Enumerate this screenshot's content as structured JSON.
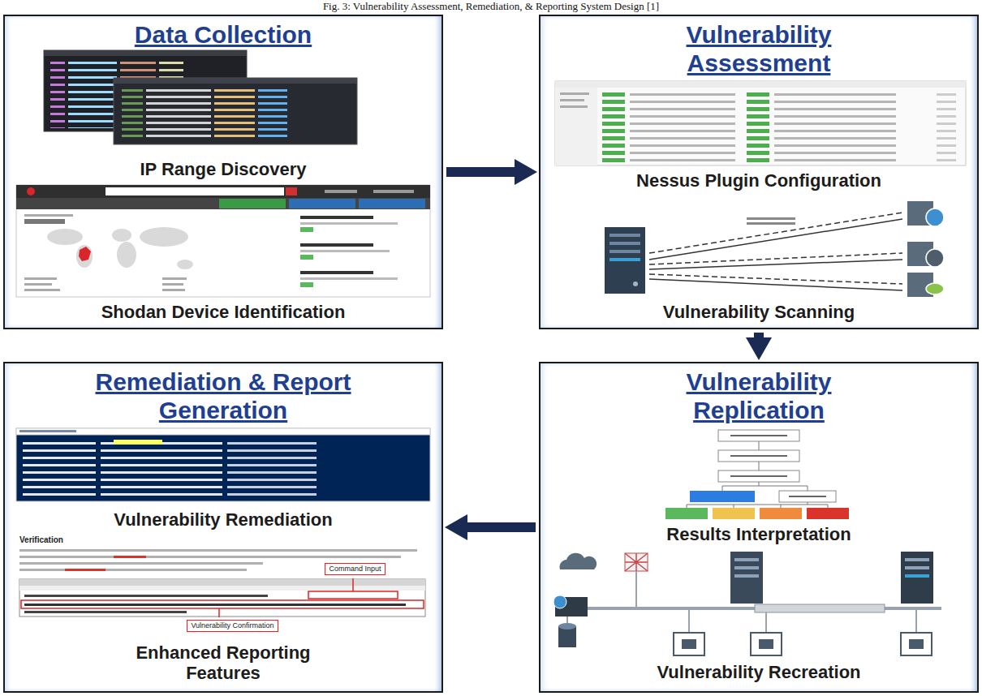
{
  "diagram": {
    "caption": "Fig. 3: Vulnerability Assessment, Remediation, & Reporting System Design [1]",
    "nodes": [
      {
        "text": [
          "Data Collection",
          "IP Range Discovery",
          "Shodan Device Identification"
        ]
      },
      {
        "text": [
          "Vulnerability Assessment",
          "Nessus Plugin Configuration",
          "Vulnerability Scanning"
        ]
      },
      {
        "text": [
          "Vulnerability Replication",
          "Results Interpretation",
          "Vulnerability Recreation"
        ]
      },
      {
        "text": [
          "Remediation & Report Generation",
          "Vulnerability Remediation",
          "Enhanced Reporting Features"
        ]
      },
      {
        "text": [
          "Command Input"
        ],
        "in": 3
      },
      {
        "text": [
          "Vulnerability Confirmation"
        ],
        "in": 3
      }
    ],
    "edges": [
      {
        "from": 0,
        "to": 1,
        "arrow": "to"
      },
      {
        "from": 1,
        "to": 2,
        "arrow": "to"
      },
      {
        "from": 2,
        "to": 3,
        "arrow": "to"
      }
    ],
    "labels": [
      "Verification"
    ]
  }
}
